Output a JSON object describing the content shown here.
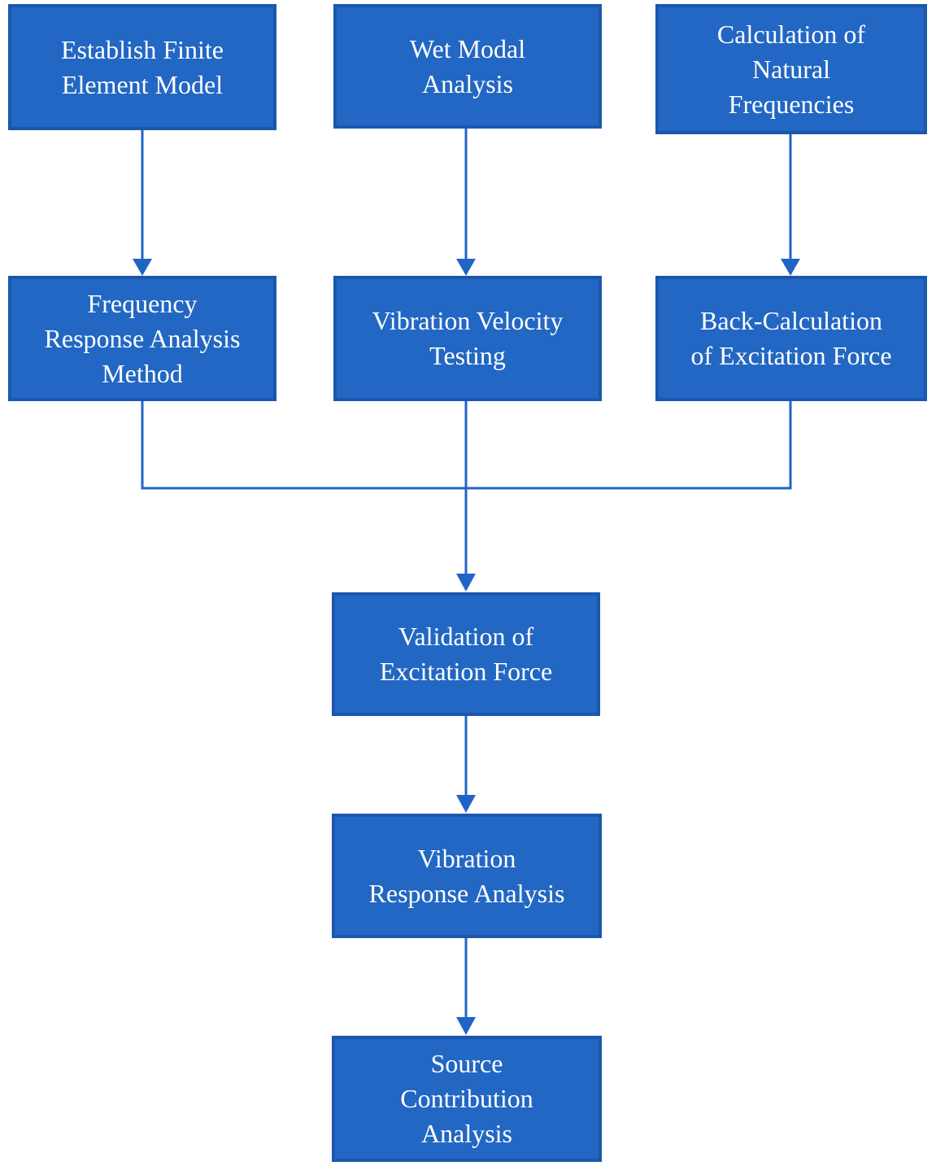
{
  "figure": {
    "type": "flowchart",
    "background": "#ffffff"
  },
  "colors": {
    "box_fill": "#2267c3",
    "box_border": "#1a57ad",
    "edge": "#2065c6",
    "text": "#ffffff"
  },
  "nodes": [
    {
      "id": "establish-finite-element-model",
      "label": "Establish Finite Element Model",
      "lines": [
        "Establish Finite",
        "Element Model"
      ]
    },
    {
      "id": "wet-modal-analysis",
      "label": "Wet Modal Analysis",
      "lines": [
        "Wet Modal",
        "Analysis"
      ]
    },
    {
      "id": "calculation-of-natural-frequencies",
      "label": "Calculation of Natural Frequencies",
      "lines": [
        "Calculation of",
        "Natural",
        "Frequencies"
      ]
    },
    {
      "id": "frequency-response-analysis-method",
      "label": "Frequency Response Analysis Method",
      "lines": [
        "Frequency",
        "Response Analysis",
        "Method"
      ]
    },
    {
      "id": "vibration-velocity-testing",
      "label": "Vibration Velocity Testing",
      "lines": [
        "Vibration Velocity",
        "Testing"
      ]
    },
    {
      "id": "back-calculation-of-excitation-force",
      "label": "Back-Calculation of Excitation Force",
      "lines": [
        "Back-Calculation",
        "of Excitation Force"
      ]
    },
    {
      "id": "validation-of-excitation-force",
      "label": "Validation of Excitation Force",
      "lines": [
        "Validation of",
        "Excitation Force"
      ]
    },
    {
      "id": "vibration-response-analysis",
      "label": "Vibration Response Analysis",
      "lines": [
        "Vibration",
        "Response Analysis"
      ]
    },
    {
      "id": "source-contribution-analysis",
      "label": "Source Contribution Analysis",
      "lines": [
        "Source",
        "Contribution",
        "Analysis"
      ]
    }
  ],
  "edges": [
    {
      "from": "establish-finite-element-model",
      "to": "frequency-response-analysis-method"
    },
    {
      "from": "wet-modal-analysis",
      "to": "vibration-velocity-testing"
    },
    {
      "from": "calculation-of-natural-frequencies",
      "to": "back-calculation-of-excitation-force"
    },
    {
      "from": "frequency-response-analysis-method",
      "to": "validation-of-excitation-force"
    },
    {
      "from": "vibration-velocity-testing",
      "to": "validation-of-excitation-force"
    },
    {
      "from": "back-calculation-of-excitation-force",
      "to": "validation-of-excitation-force"
    },
    {
      "from": "validation-of-excitation-force",
      "to": "vibration-response-analysis"
    },
    {
      "from": "vibration-response-analysis",
      "to": "source-contribution-analysis"
    }
  ]
}
